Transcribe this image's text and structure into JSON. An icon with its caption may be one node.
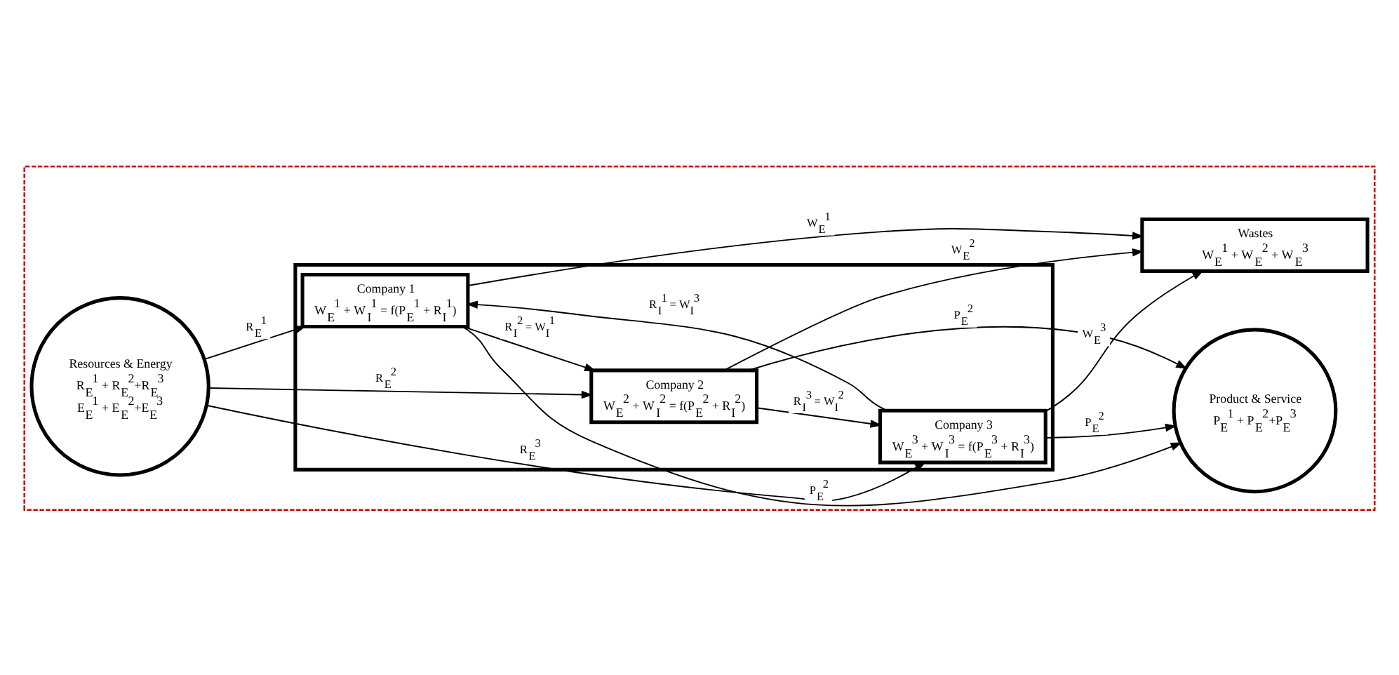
{
  "diagram": {
    "nodes": [
      {
        "text": [],
        "shape": "box"
      },
      {
        "text": [
          "Resources & Energy",
          "R$_{E}$$^{1}$ + R$_{E}$$^{2}$+R$_{E}$$^{3}$",
          "E$_{E}$$^{1}$ + E$_{E}$$^{2}$+E$_{E}$$^{3}$"
        ],
        "in": 0
      },
      {
        "text": [],
        "shape": "box",
        "in": 0
      },
      {
        "text": [
          "Company 1",
          "W$_{E}$$^{1}$ + W$_{I}$$^{1}$ = f(P$_{E}$$^{1}$ + R$_{I}$$^{1}$)"
        ],
        "in": 2
      },
      {
        "text": [
          "Company 2",
          "W$_{E}$$^{2}$ + W$_{I}$$^{2}$ = f(P$_{E}$$^{2}$ + R$_{I}$$^{2}$)"
        ],
        "in": 2
      },
      {
        "text": [
          "Company 3",
          "W$_{E}$$^{3}$ + W$_{I}$$^{3}$ = f(P$_{E}$$^{3}$ + R$_{I}$$^{3}$)"
        ],
        "in": 2
      },
      {
        "text": [
          "Product & Service",
          "P$_{E}$$^{1}$ + P$_{E}$$^{2}$+P$_{E}$$^{3}$"
        ],
        "in": 0
      },
      {
        "text": [
          "Wastes",
          "W$_{E}$$^{1}$ + W$_{E}$$^{2}$ + W$_{E}$$^{3}$"
        ],
        "in": 0
      }
    ],
    "edges": [
      {
        "from": 1,
        "to": 4,
        "arrow": "to",
        "label": "R$_{E}$$^{2}$"
      },
      {
        "from": 1,
        "to": 3,
        "arrow": "to",
        "label": "R$_{E}$$^{1}$"
      },
      {
        "from": 1,
        "to": 5,
        "arrow": "to",
        "label": "R$_{E}$$^{3}$"
      },
      {
        "from": 3,
        "to": 4,
        "arrow": "to",
        "label": "R$_{I}$$^{2}$ = W$_{I}$$^{1}$"
      },
      {
        "from": 5,
        "to": 3,
        "arrow": "to",
        "label": "R$_{I}$$^{1}$ = W$_{I}$$^{3}$"
      },
      {
        "from": 4,
        "to": 5,
        "arrow": "to",
        "label": "R$_{I}$$^{3}$ = W$_{I}$$^{2}$"
      },
      {
        "from": 3,
        "to": 6,
        "arrow": "to",
        "label": "P$_{E}$$^{2}$"
      },
      {
        "from": 4,
        "to": 6,
        "arrow": "to",
        "label": "P$_{E}$$^{2}$"
      },
      {
        "from": 5,
        "to": 6,
        "arrow": "to",
        "label": "P$_{E}$$^{2}$"
      },
      {
        "from": 3,
        "to": 7,
        "arrow": "to",
        "label": "W$_{E}$$^{1}$"
      },
      {
        "from": 5,
        "to": 7,
        "arrow": "to",
        "label": "W$_{E}$$^{3}$"
      },
      {
        "from": 4,
        "to": 7,
        "arrow": "to",
        "label": "W$_{E}$$^{2}$"
      }
    ]
  }
}
